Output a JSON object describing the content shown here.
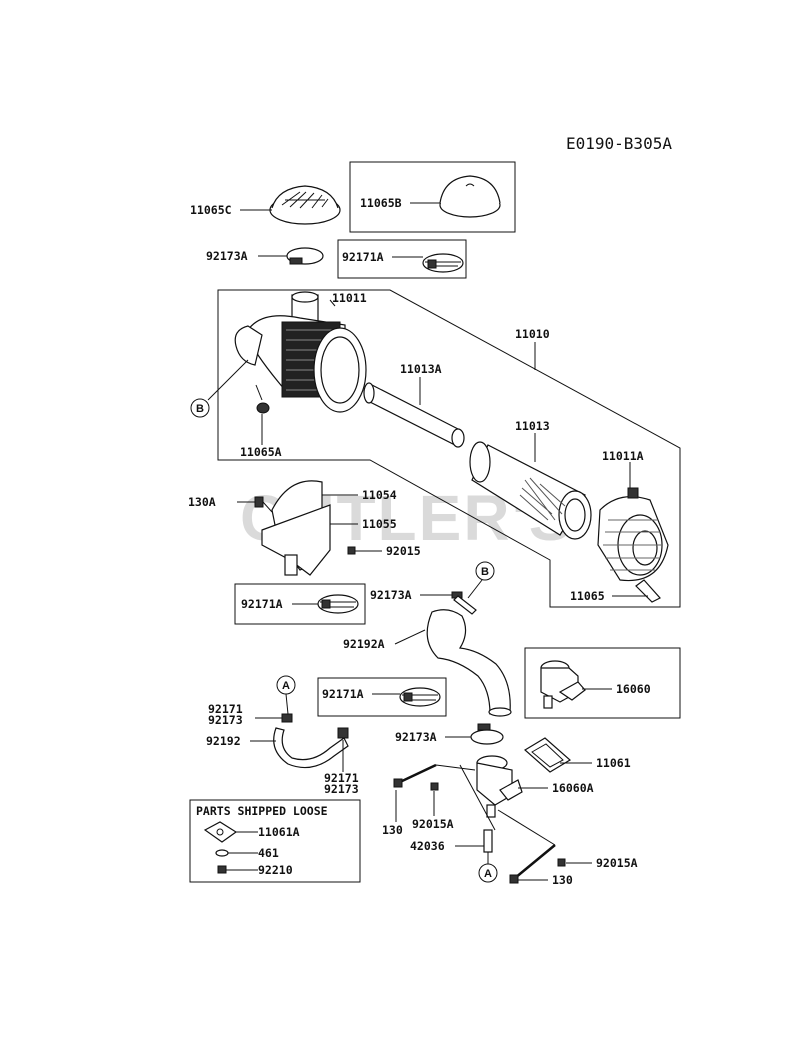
{
  "diagram_code": "E0190-B305A",
  "watermark": "CUTLER'S",
  "loose_parts": {
    "title": "PARTS SHIPPED LOOSE",
    "items": [
      "11061A",
      "461",
      "92210"
    ]
  },
  "callouts": {
    "c11065C": "11065C",
    "c11065B": "11065B",
    "c92173A_top": "92173A",
    "c92171A_top": "92171A",
    "c11011": "11011",
    "c11010": "11010",
    "c11013A": "11013A",
    "c11013": "11013",
    "c11011A": "11011A",
    "c11065A": "11065A",
    "c130A": "130A",
    "c11054": "11054",
    "c11055": "11055",
    "c92015": "92015",
    "c92171A_mid": "92171A",
    "c92173A_mid": "92173A",
    "c11065": "11065",
    "c92192A": "92192A",
    "c16060": "16060",
    "c92171_a": "92171",
    "c92173_a": "92173",
    "c92171A_low": "92171A",
    "c92192": "92192",
    "c92173A_low": "92173A",
    "c11061": "11061",
    "c92171_b": "92171",
    "c92173_b": "92173",
    "c16060A": "16060A",
    "c130_a": "130",
    "c92015A_a": "92015A",
    "c42036": "42036",
    "c92015A_b": "92015A",
    "c130_b": "130"
  },
  "refs": {
    "rB1": "B",
    "rB2": "B",
    "rA1": "A",
    "rA2": "A"
  }
}
